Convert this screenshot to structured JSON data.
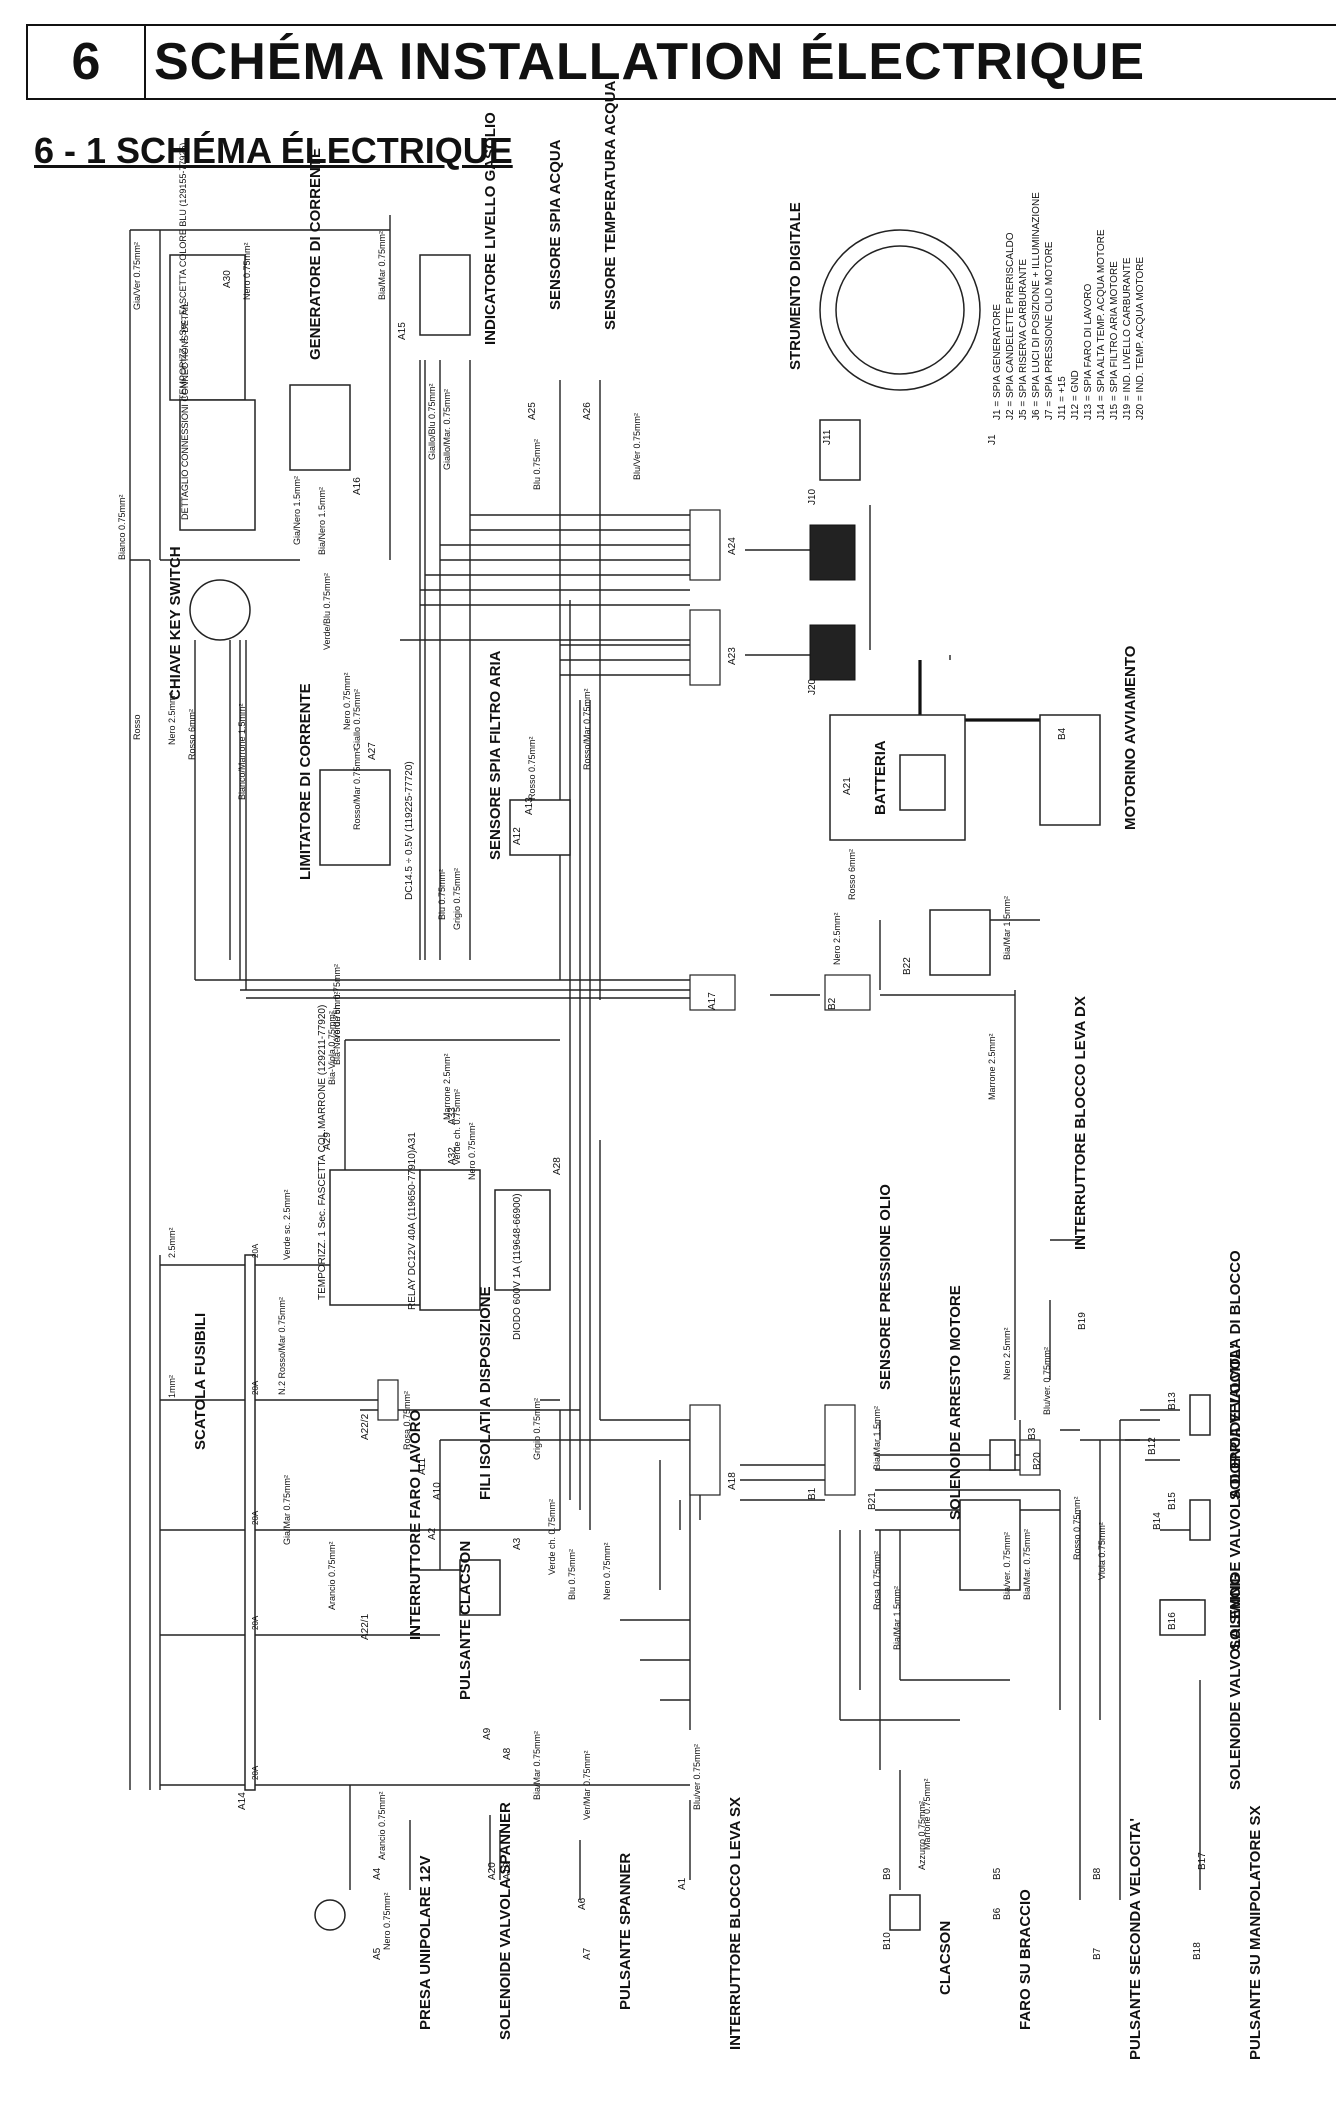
{
  "header": {
    "number": "6",
    "title": "SCHÉMA INSTALLATION ÉLECTRIQUE"
  },
  "subtitle": "6 - 1 SCHÉMA ÉLECTRIQUE",
  "components": {
    "indicatore": "INDICATORE LIVELLO GASOLIO",
    "sensore_acqua": "SENSORE SPIA ACQUA",
    "sensore_temp": "SENSORE TEMPERATURA ACQUA",
    "strumento": "STRUMENTO DIGITALE",
    "generatore": "GENERATORE DI CORRENTE",
    "temporizz_blu": "TEMPORIZZ. 4 Sec. FASCETTA COLORE BLU (129155-77925)",
    "dettaglio": "DETTAGLIO CONNESSIONI CONNECTIONS DETAIL",
    "chiave": "CHIAVE KEY SWITCH",
    "limitatore": "LIMITATORE DI CORRENTE",
    "limitatore_spec": "DC14.5 ÷ 0.5V (119225-77720)",
    "sensore_filtro": "SENSORE SPIA FILTRO ARIA",
    "batteria": "BATTERIA",
    "motorino": "MOTORINO AVVIAMENTO",
    "temporizz_marrone": "TEMPORIZZ. 1 Sec. FASCETTA COL.MARRONE (129211-77920)",
    "relay": "RELAY DC12V 40A (119650-77910)",
    "diodo": "DIODO 600V 1A (119648-66900)",
    "fili_isolati": "FILI ISOLATI A DISPOSIZIONE",
    "interruttore_faro": "INTERRUTTORE FARO LAVORO",
    "pulsante_clacson": "PULSANTE CLACSON",
    "scatola_fusibili": "SCATOLA FUSIBILI",
    "sensore_olio": "SENSORE PRESSIONE OLIO",
    "solenoide_arresto": "SOLENOIDE ARRESTO MOTORE",
    "interruttore_dx": "INTERRUTTORE BLOCCO LEVA DX",
    "solenoide_blocco": "SOLENOIDE VALVOLA DI BLOCCO",
    "solenoide_doppia": "SOLENOIDE VALVOLA DOPPIA VELOCITA'",
    "solenoide_swing": "SOLENOIDE VALVOLA SWING",
    "presa": "PRESA UNIPOLARE 12V",
    "solenoide_spanner": "SOLENOIDE VALVOLA SPANNER",
    "pulsante_spanner": "PULSANTE SPANNER",
    "interruttore_sx": "INTERRUTTORE BLOCCO LEVA SX",
    "clacson": "CLACSON",
    "faro_braccio": "FARO SU BRACCIO",
    "pulsante_seconda": "PULSANTE SECONDA VELOCITA'",
    "pulsante_manip": "PULSANTE SU MANIPOLATORE SX"
  },
  "legend": [
    "J1 = SPIA GENERATORE",
    "J2 = SPIA CANDELETTE PRERISCALDO",
    "J5 = SPIA RISERVA CARBURANTE",
    "J6 = SPIA LUCI DI POSIZIONE + ILLUMINAZIONE",
    "J7 = SPIA PRESSIONE OLIO MOTORE",
    "J11 = +15",
    "J12 = GND",
    "J13 = SPIA FARO DI LAVORO",
    "J14 = SPIA ALTA TEMP. ACQUA MOTORE",
    "J15 = SPIA FILTRO ARIA MOTORE",
    "J19 = IND. LIVELLO CARBURANTE",
    "J20 = IND. TEMP. ACQUA MOTORE"
  ],
  "connectors": [
    "A30",
    "A15",
    "A25",
    "A26",
    "A24",
    "A23",
    "A16",
    "A27",
    "A13",
    "A12",
    "A21",
    "B4",
    "A17",
    "B2",
    "B22",
    "A29",
    "A31",
    "A32",
    "A33",
    "A28",
    "A11",
    "A10",
    "A2",
    "A3",
    "A9",
    "A8",
    "A18",
    "B1",
    "B3",
    "B12",
    "B13",
    "B14",
    "B15",
    "B16",
    "B19",
    "B20",
    "B21",
    "A14",
    "A4",
    "A5",
    "A20",
    "A19",
    "A6",
    "A7",
    "A1",
    "B9",
    "B10",
    "B5",
    "B6",
    "B8",
    "B7",
    "B17",
    "B18",
    "J1",
    "J10",
    "J11",
    "J20",
    "A22/2",
    "A22/1"
  ],
  "wires": [
    "Gia/Ver 0.75mm²",
    "Nero 0.75mm²",
    "Bia/Mar 0.75mm²",
    "Giallo/Blu 0.75mm²",
    "Giallo/Mar. 0.75mm²",
    "Blu 0.75mm²",
    "Blu/Ver 0.75mm²",
    "Bianco 0.75mm²",
    "Gia/Nero 1.5mm²",
    "Bia/Nero 1.5mm²",
    "Verde/Blu 0.75mm²",
    "Nero 0.75mm²",
    "Giallo 0.75mm²",
    "Rosso",
    "Nero 2.5mm²",
    "Rosso 6mm²",
    "Bianco/Marrone 1.5mm²",
    "Rosso/Mar 0.75mm²",
    "Rosso/Mar 0.75mm²",
    "Rosso 0.75mm²",
    "Blu 0.75mm²",
    "Grigio 0.75mm²",
    "Rosso 6mm²",
    "Nero 2.5mm²",
    "Bia/Mar 1.5mm²",
    "Marrone 2.5mm²",
    "Verde sc. 2.5mm²",
    "Verde ch. 0.75mm²",
    "Bia-Nero 0.75mm²",
    "Bia-Viola 0.75mm²",
    "Marrone 2.5mm²",
    "Verde ch. 0.75mm²",
    "Nero 0.75mm²",
    "2.5mm²",
    "1mm²",
    "N.2 Rosso/Mar 0.75mm²",
    "Gia/Mar 0.75mm²",
    "Arancio 0.75mm²",
    "Rosa 0.75mm²",
    "Grigio 0.75mm²",
    "Verde ch. 0.75mm²",
    "Blu 0.75mm²",
    "Nero 0.75mm²",
    "Bia/Mar 1.5mm²",
    "Nero 2.5mm²",
    "Blu/ver. 0.75mm²",
    "Bia/ver. 0.75mm²",
    "Bia/Mar. 0.75mm²",
    "Rosso 0.75mm²",
    "Viola 0.75mm²",
    "Bia/Mar 1.5mm²",
    "Marrone 0.75mm²",
    "Azzurro 0.75mm²",
    "Rosa 0.75mm²",
    "Ver/Mar 0.75mm²",
    "Bia/Mar 0.75mm²",
    "Blu/ver 0.75mm²",
    "Arancio 0.75mm²",
    "Nero 0.75mm²"
  ],
  "fuse_labels": [
    "20A",
    "20A",
    "20A",
    "20A",
    "20A"
  ]
}
